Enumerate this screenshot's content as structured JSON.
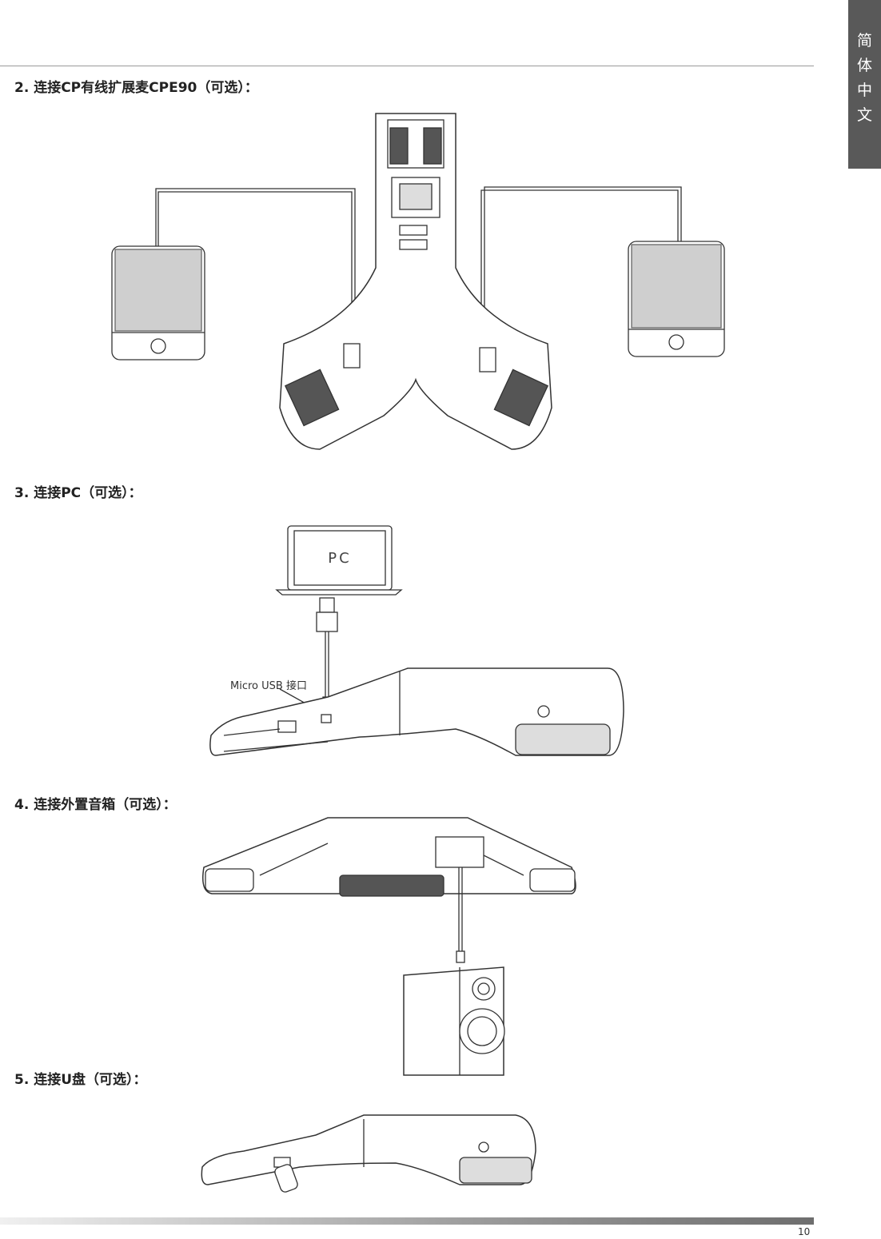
{
  "language_tab": {
    "chars": [
      "简",
      "体",
      "中",
      "文"
    ]
  },
  "sections": {
    "cpe90": {
      "heading": "2. 连接CP有线扩展麦CPE90（可选）："
    },
    "pc": {
      "heading": "3. 连接PC（可选）：",
      "pc_label": "PC",
      "port_callout": "Micro USB 接口"
    },
    "speaker": {
      "heading": "4. 连接外置音箱（可选）："
    },
    "usb": {
      "heading": "5. 连接U盘（可选）："
    }
  },
  "page_number": "10",
  "colors": {
    "tab_bg": "#595959",
    "rule": "#9a9a9a",
    "line_art": "#333333"
  }
}
